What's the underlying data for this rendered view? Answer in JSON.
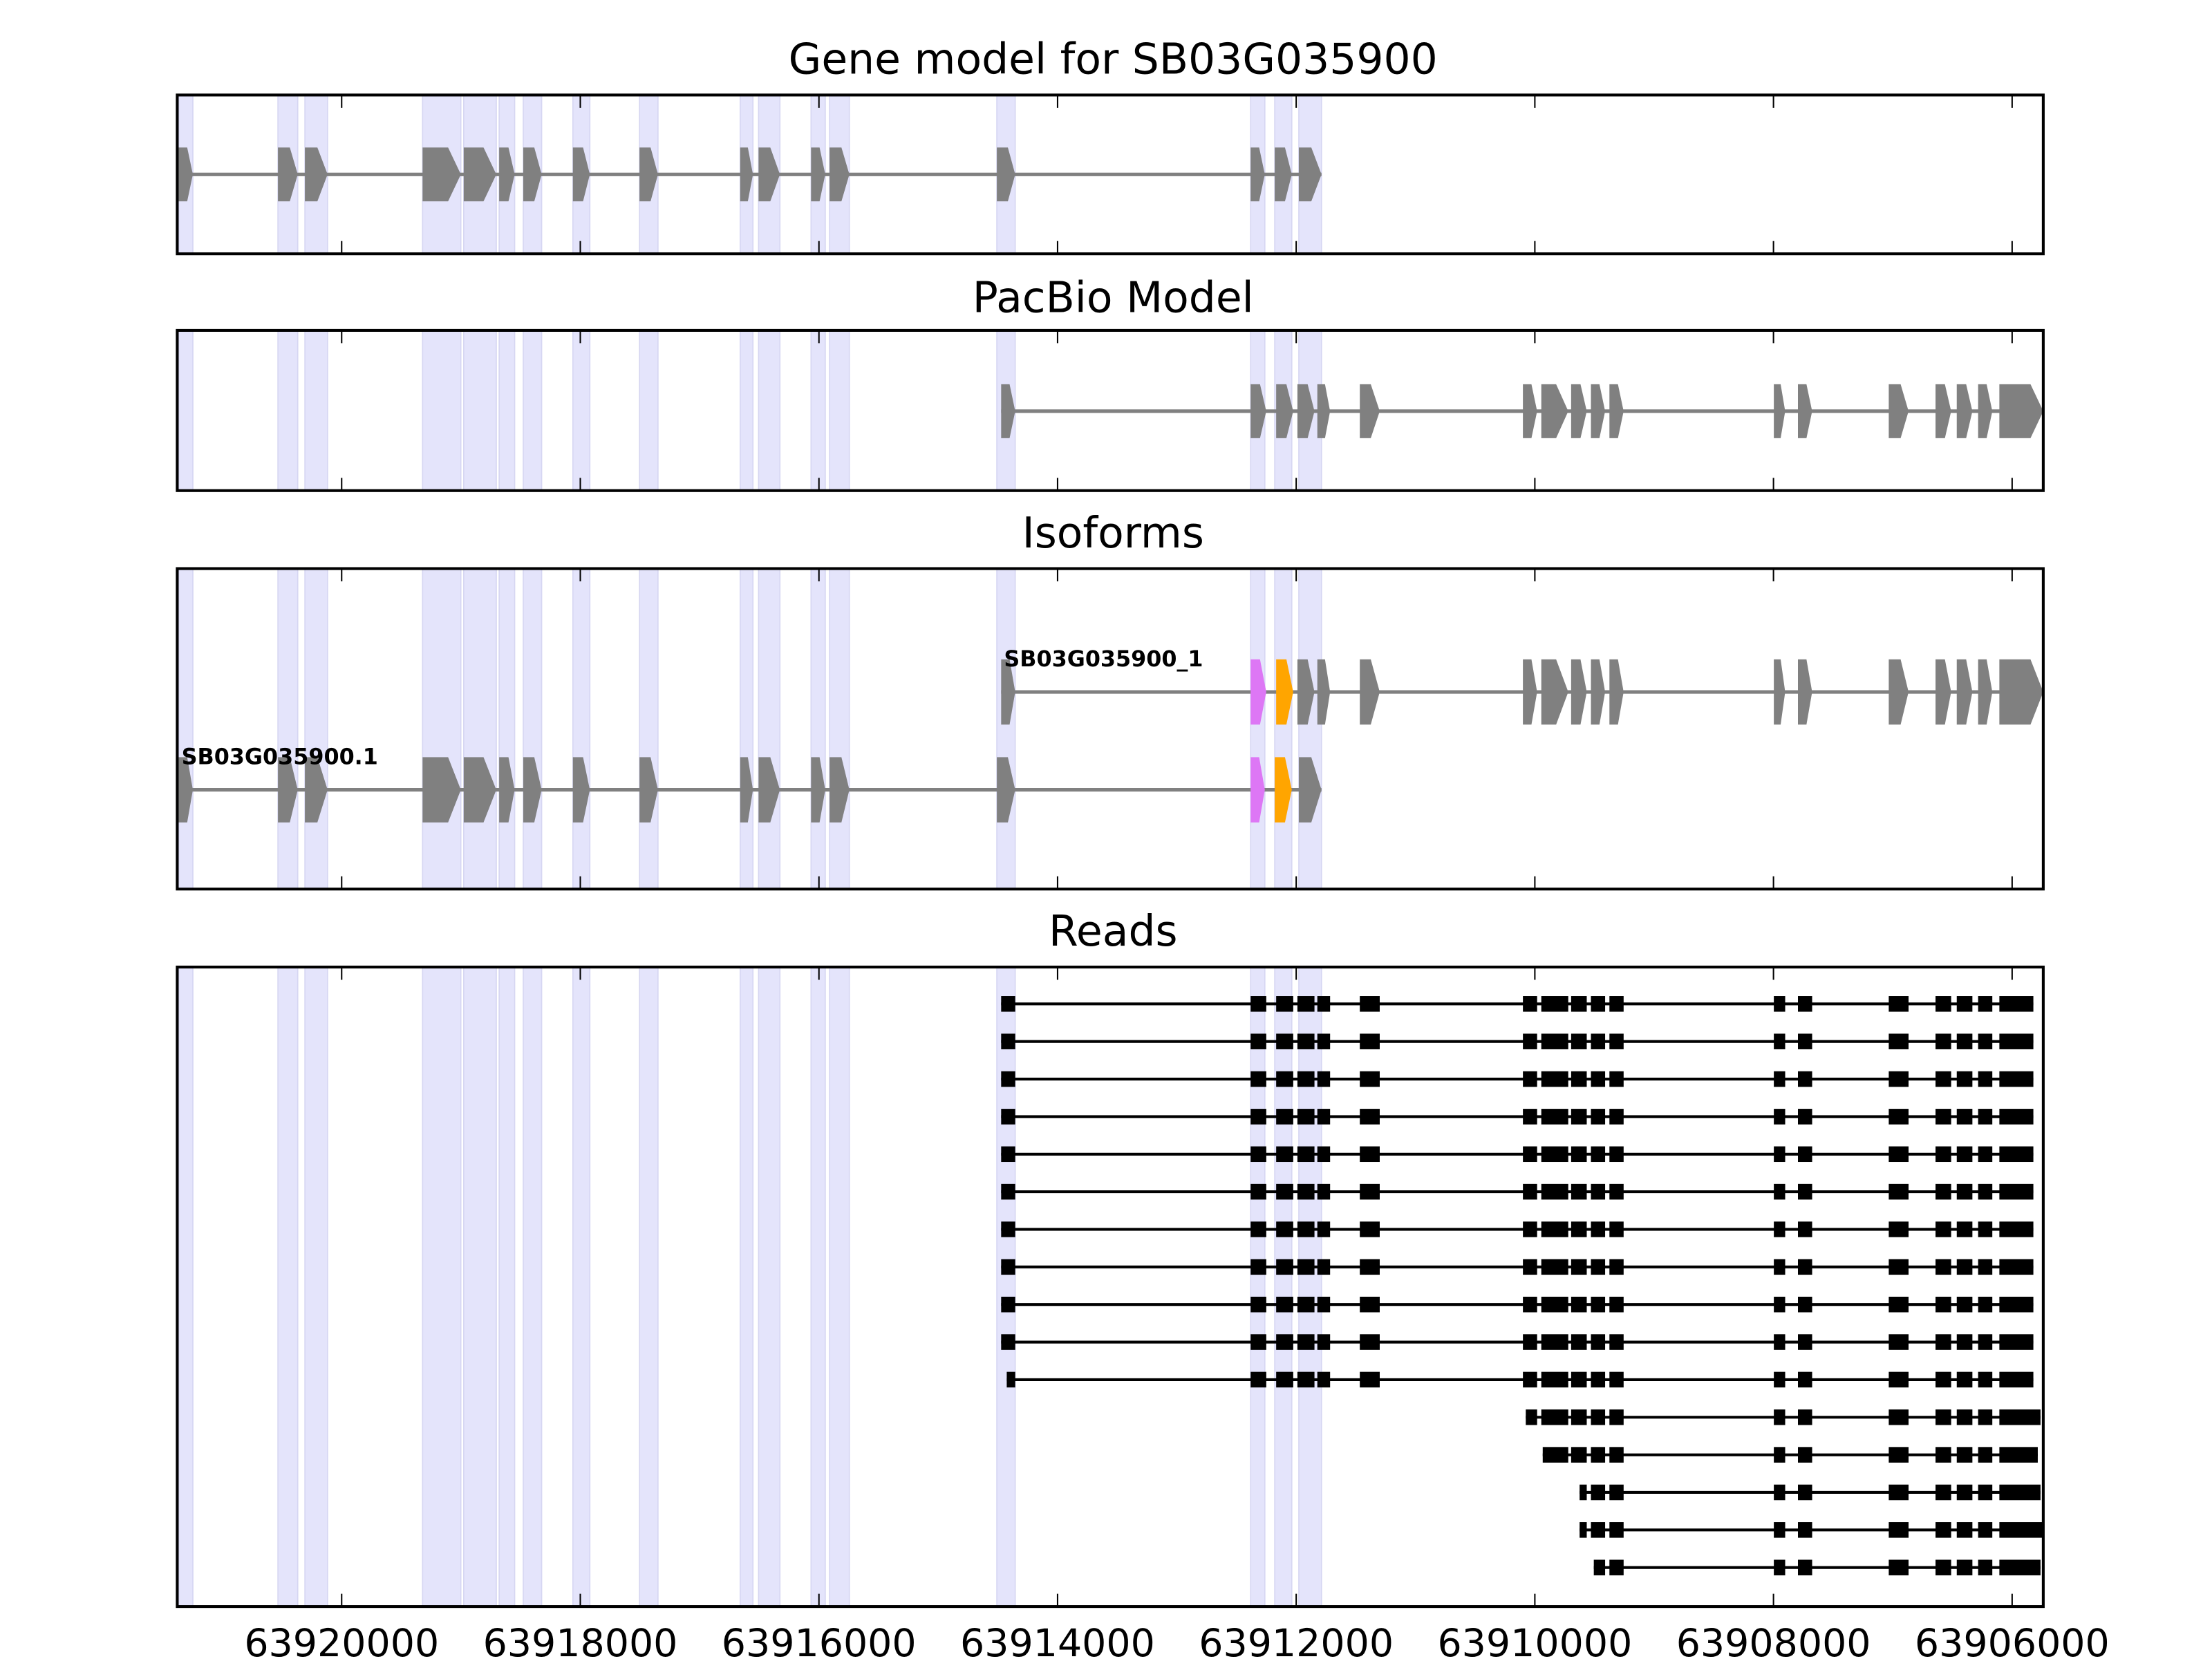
{
  "chart_data": {
    "type": "gene-track",
    "xlim": [
      63921378,
      63905739
    ],
    "xticks": [
      63920000,
      63918000,
      63916000,
      63914000,
      63912000,
      63910000,
      63908000,
      63906000
    ],
    "xtick_labels": [
      "63920000",
      "63918000",
      "63916000",
      "63914000",
      "63912000",
      "63910000",
      "63908000",
      "63906000"
    ],
    "colors": {
      "exon": "#808080",
      "intron": "#808080",
      "read": "#000000",
      "shade": "#e4e4fb",
      "magenta": "#dd77f5",
      "orange": "#ffa500"
    },
    "gene_model_exons": [
      [
        63921366,
        63921247
      ],
      [
        63920534,
        63920368
      ],
      [
        63920308,
        63920118
      ],
      [
        63919322,
        63919001
      ],
      [
        63918977,
        63918704
      ],
      [
        63918680,
        63918550
      ],
      [
        63918478,
        63918324
      ],
      [
        63918062,
        63917920
      ],
      [
        63917504,
        63917349
      ],
      [
        63916660,
        63916553
      ],
      [
        63916506,
        63916327
      ],
      [
        63916066,
        63915947
      ],
      [
        63915911,
        63915745
      ],
      [
        63914509,
        63914355
      ],
      [
        63912382,
        63912263
      ],
      [
        63912180,
        63912037
      ],
      [
        63911978,
        63911788
      ]
    ],
    "pacbio_exons": [
      [
        63914473,
        63914355
      ],
      [
        63912382,
        63912251
      ],
      [
        63912168,
        63912025
      ],
      [
        63911990,
        63911847
      ],
      [
        63911823,
        63911716
      ],
      [
        63911467,
        63911300
      ],
      [
        63910100,
        63909981
      ],
      [
        63909946,
        63909720
      ],
      [
        63909696,
        63909565
      ],
      [
        63909530,
        63909411
      ],
      [
        63909375,
        63909256
      ],
      [
        63907997,
        63907902
      ],
      [
        63907795,
        63907676
      ],
      [
        63907034,
        63906868
      ],
      [
        63906642,
        63906511
      ],
      [
        63906464,
        63906333
      ],
      [
        63906285,
        63906166
      ],
      [
        63906107,
        63905739
      ]
    ],
    "panels": [
      {
        "title": "Gene model for SB03G035900"
      },
      {
        "title": "PacBio Model"
      },
      {
        "title": "Isoforms"
      },
      {
        "title": "Reads"
      }
    ],
    "isoforms": [
      {
        "name": "SB03G035900_1",
        "source": "pacbio",
        "highlight": {
          "1": "magenta",
          "2": "orange"
        }
      },
      {
        "name": "SB03G035900.1",
        "source": "gene_model",
        "highlight": {
          "14": "magenta",
          "15": "orange"
        }
      }
    ],
    "reads": [
      {
        "from_exon": 0,
        "start": 63914473,
        "end": 63905822
      },
      {
        "from_exon": 0,
        "start": 63914473,
        "end": 63905822
      },
      {
        "from_exon": 0,
        "start": 63914473,
        "end": 63905822
      },
      {
        "from_exon": 0,
        "start": 63914473,
        "end": 63905822
      },
      {
        "from_exon": 0,
        "start": 63914473,
        "end": 63905822
      },
      {
        "from_exon": 0,
        "start": 63914473,
        "end": 63905822
      },
      {
        "from_exon": 0,
        "start": 63914473,
        "end": 63905822
      },
      {
        "from_exon": 0,
        "start": 63914473,
        "end": 63905822
      },
      {
        "from_exon": 0,
        "start": 63914473,
        "end": 63905822
      },
      {
        "from_exon": 0,
        "start": 63914473,
        "end": 63905822
      },
      {
        "from_exon": 0,
        "start": 63914426,
        "end": 63905822
      },
      {
        "from_exon": 6,
        "start": 63910076,
        "end": 63905762
      },
      {
        "from_exon": 7,
        "start": 63909934,
        "end": 63905785
      },
      {
        "from_exon": 8,
        "start": 63909625,
        "end": 63905762
      },
      {
        "from_exon": 8,
        "start": 63909625,
        "end": 63905750
      },
      {
        "from_exon": 9,
        "start": 63909506,
        "end": 63905762
      }
    ]
  }
}
